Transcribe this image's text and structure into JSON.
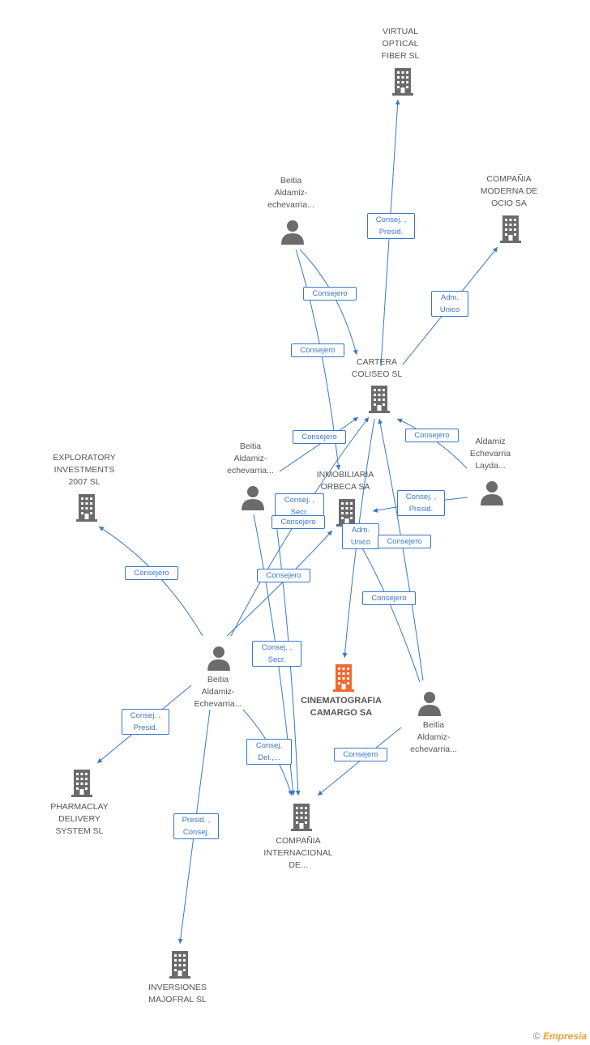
{
  "nodes": {
    "virtual": "VIRTUAL\nOPTICAL\nFIBER SL",
    "compania_moderna": "COMPAÑIA\nMODERNA DE\nOCIO SA",
    "beitia_top": "Beitia\nAldamiz-\nechevarria...",
    "cartera": "CARTERA\nCOLISEO SL",
    "exploratory": "EXPLORATORY\nINVESTMENTS\n2007 SL",
    "beitia_mid": "Beitia\nAldamiz-\nechevarria...",
    "inmobiliaria": "INMOBILIARIA\nORBECA SA",
    "aldamiz": "Aldamiz\nEchevarria\nLayda...",
    "beitia_left": "Beitia\nAldamiz-\nEchevarria...",
    "cinematografia": "CINEMATOGRAFIA\nCAMARGO SA",
    "beitia_right": "Beitia\nAldamiz-\nechevarria...",
    "pharmaclay": "PHARMACLAY\nDELIVERY\nSYSTEM SL",
    "compania_internacional": "COMPAÑIA\nINTERNACIONAL\nDE...",
    "inversiones": "INVERSIONES\nMAJOFRAL SL"
  },
  "edges": {
    "e1": "Consej. ,\nPresid.",
    "e2": "Adm.\nUnico",
    "e3": "Consejero",
    "e4": "Consejero",
    "e5": "Consejero",
    "e6": "Consejero",
    "e7": "Consej. ,\nPresid.",
    "e8": "Consej. ,\nSecr.",
    "e9": "Consejero",
    "e10": "Adm.\nUnico",
    "e11": "Consejero",
    "e12": "Consejero",
    "e13": "Consejero",
    "e14": "Consejero",
    "e15": "Consej. ,\nSecr.",
    "e16": "Consej. ,\nPresid.",
    "e17": "Consej.\nDel.,...",
    "e18": "Consejero",
    "e19": "Presid. ,\nConsej."
  },
  "colors": {
    "edge": "#3a78c8",
    "icon": "#6b6b6b",
    "main_icon": "#f26a30"
  },
  "footer": {
    "copyright": "©",
    "brand": "Empresia"
  }
}
